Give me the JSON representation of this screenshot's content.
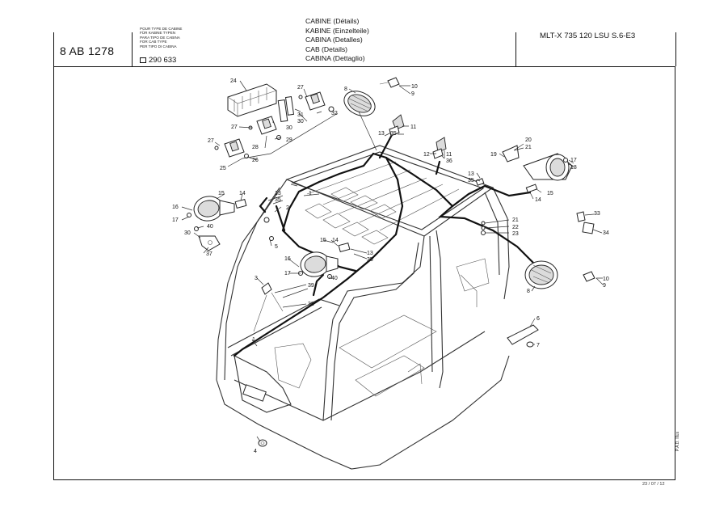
{
  "header": {
    "doc_id": "8 AB 1278",
    "type_box_lines": [
      "POUR TYPE DE CABINE",
      "FÜR KABINE TYPEN",
      "PARA TIPO DE CABINA",
      "FOR CAB TYPE",
      "PER TIPO DI CABINA"
    ],
    "type_ref": "290 633",
    "titles": [
      "CABINE (Détails)",
      "KABINE (Einzelteile)",
      "CABINA (Detalles)",
      "CAB (Details)",
      "CABINA (Dettaglio)"
    ],
    "model": "MLT-X 735 120 LSU S.6-E3"
  },
  "footer": {
    "side_note": "P.A.D. Illus",
    "date": "23 / 07 / 12"
  },
  "callouts": {
    "c24": "24",
    "c27a": "27",
    "c31": "31",
    "c30a": "30",
    "c32": "32",
    "c27b": "27",
    "c28": "28",
    "c29": "29",
    "c30b": "30",
    "c27c": "27",
    "c26": "26",
    "c25": "25",
    "c8a": "8",
    "c10a": "10",
    "c9a": "9",
    "c11a": "11",
    "c13a": "13",
    "c35a": "35",
    "c12": "12",
    "c11b": "11",
    "c36": "36",
    "c20": "20",
    "c21a": "21",
    "c19": "19",
    "c17a": "17",
    "c18": "18",
    "c13b": "13",
    "c35b": "35",
    "c15a": "15",
    "c14a": "14",
    "c1a": "1",
    "c2": "2",
    "c13c": "13",
    "c35c": "35",
    "c15b": "15",
    "c14b": "14",
    "c16a": "16",
    "c17b": "17",
    "c40a": "40",
    "c30c": "30",
    "c37": "37",
    "c5": "5",
    "c21b": "21",
    "c22": "22",
    "c23": "23",
    "c33": "33",
    "c34": "34",
    "c15c": "15",
    "c14c": "14",
    "c13d": "13",
    "c35d": "35",
    "c16b": "16",
    "c17c": "17",
    "c40b": "40",
    "c3": "3",
    "c39": "39",
    "c38": "38",
    "c8b": "8",
    "c10b": "10",
    "c9b": "9",
    "c6": "6",
    "c7": "7",
    "c1b": "1",
    "c4": "4"
  }
}
